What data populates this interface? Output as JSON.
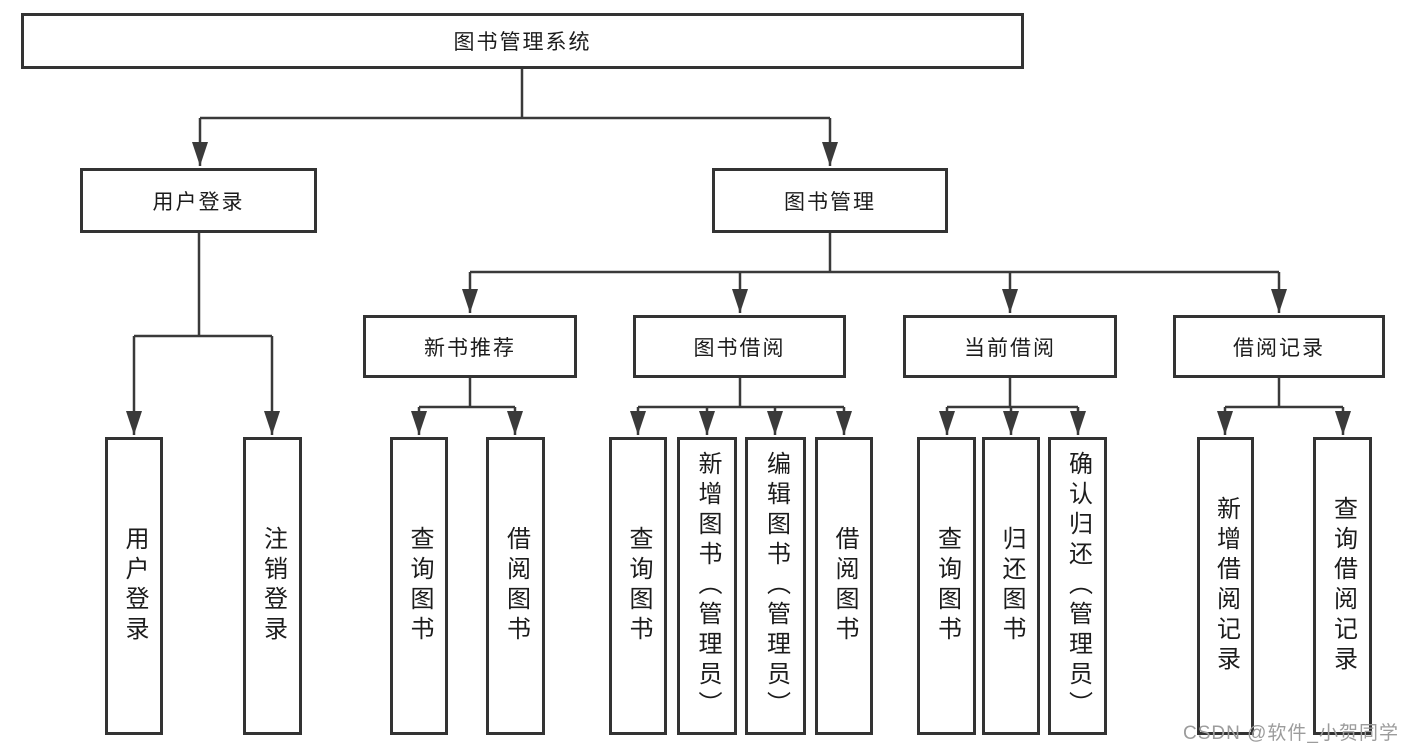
{
  "diagram": {
    "title": "图书管理系统",
    "root": {
      "label": "图书管理系统"
    },
    "level2": [
      {
        "id": "user-login",
        "label": "用户登录"
      },
      {
        "id": "book-management",
        "label": "图书管理"
      }
    ],
    "level3": [
      {
        "id": "new-book-recommend",
        "label": "新书推荐",
        "parent": "图书管理"
      },
      {
        "id": "book-borrowing",
        "label": "图书借阅",
        "parent": "图书管理"
      },
      {
        "id": "current-borrowing",
        "label": "当前借阅",
        "parent": "图书管理"
      },
      {
        "id": "borrow-records",
        "label": "借阅记录",
        "parent": "图书管理"
      }
    ],
    "leaves": [
      {
        "label": "用户登录",
        "parent": "用户登录"
      },
      {
        "label": "注销登录",
        "parent": "用户登录"
      },
      {
        "label": "查询图书",
        "parent": "新书推荐"
      },
      {
        "label": "借阅图书",
        "parent": "新书推荐"
      },
      {
        "label": "查询图书",
        "parent": "图书借阅"
      },
      {
        "label": "新增图书（管理员）",
        "parent": "图书借阅"
      },
      {
        "label": "编辑图书（管理员）",
        "parent": "图书借阅"
      },
      {
        "label": "借阅图书",
        "parent": "图书借阅"
      },
      {
        "label": "查询图书",
        "parent": "当前借阅"
      },
      {
        "label": "归还图书",
        "parent": "当前借阅"
      },
      {
        "label": "确认归还（管理员）",
        "parent": "当前借阅"
      },
      {
        "label": "新增借阅记录",
        "parent": "借阅记录"
      },
      {
        "label": "查询借阅记录",
        "parent": "借阅记录"
      }
    ],
    "line_color": "#3a3a3a",
    "border_color": "#333333",
    "text_color": "#1c1c1c"
  },
  "watermark": {
    "text": "CSDN @软件_小贺同学",
    "color": "#9c9c9c"
  }
}
